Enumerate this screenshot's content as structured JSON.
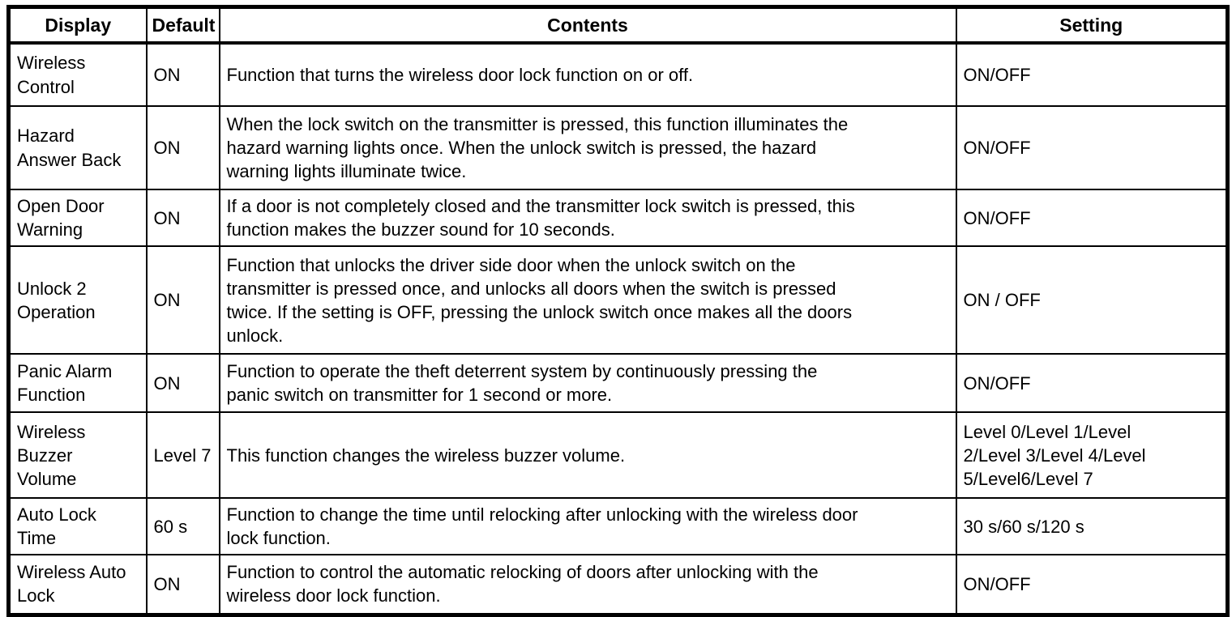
{
  "table": {
    "columns": [
      {
        "label": "Display"
      },
      {
        "label": "Default"
      },
      {
        "label": "Contents"
      },
      {
        "label": "Setting"
      }
    ],
    "rows": [
      {
        "display": "Wireless\nControl",
        "default": "ON",
        "contents": "Function that turns the wireless door lock function on or off.",
        "setting": "ON/OFF"
      },
      {
        "display": "Hazard\nAnswer Back",
        "default": "ON",
        "contents": "When the lock switch on the transmitter is pressed, this function illuminates the\nhazard warning lights once. When the unlock switch is pressed, the hazard\nwarning lights illuminate twice.",
        "setting": "ON/OFF"
      },
      {
        "display": "Open Door\nWarning",
        "default": "ON",
        "contents": "If a door is not completely closed and the transmitter lock switch is pressed, this\nfunction makes the buzzer sound for 10 seconds.",
        "setting": "ON/OFF"
      },
      {
        "display": "Unlock 2\nOperation",
        "default": "ON",
        "contents": "Function that unlocks the driver side door when the unlock switch on the\ntransmitter is pressed once, and unlocks all doors when the switch is pressed\ntwice. If the setting is OFF, pressing the unlock switch once makes all the doors\nunlock.",
        "setting": "ON / OFF"
      },
      {
        "display": "Panic Alarm\nFunction",
        "default": "ON",
        "contents": "Function to operate the theft deterrent system by continuously pressing the\npanic switch on transmitter for 1 second or more.",
        "setting": "ON/OFF"
      },
      {
        "display": "Wireless\nBuzzer\nVolume",
        "default": "Level 7",
        "contents": "This function changes the wireless buzzer volume.",
        "setting": "Level 0/Level 1/Level\n2/Level 3/Level 4/Level\n5/Level6/Level 7"
      },
      {
        "display": "Auto Lock\nTime",
        "default": "60 s",
        "contents": "Function to change the time until relocking after unlocking with the wireless door\nlock function.",
        "setting": "30 s/60 s/120 s"
      },
      {
        "display": "Wireless Auto\nLock",
        "default": "ON",
        "contents": "Function to control the automatic relocking of doors after unlocking with the\nwireless door lock function.",
        "setting": "ON/OFF"
      }
    ]
  },
  "colors": {
    "border": "#000000",
    "text": "#000000",
    "background": "#ffffff"
  }
}
